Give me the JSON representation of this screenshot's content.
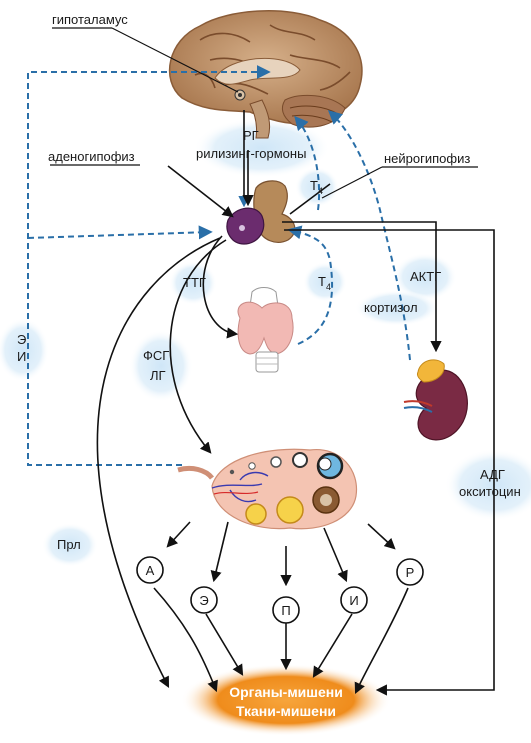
{
  "labels": {
    "hypothalamus": "гипоталамус",
    "adenohypophysis": "аденогипофиз",
    "neurohypophysis": "нейрогипофиз",
    "rg": "РГ",
    "releasing": "рилизинг-гормоны",
    "t4_top": "T",
    "t4_top_sub": "4",
    "t4_mid": "T",
    "t4_mid_sub": "4",
    "ttg": "ТТГ",
    "actg": "АКТГ",
    "cortisol": "кортизол",
    "ei_e": "Э",
    "ei_i": "И",
    "fsg": "ФСГ",
    "lg": "ЛГ",
    "prl": "Прл",
    "adg": "АДГ",
    "oxytocin": "окситоцин",
    "target_organs": "Органы-мишени",
    "target_tissues": "Ткани-мишени"
  },
  "hormones": [
    "А",
    "Э",
    "П",
    "И",
    "Р"
  ],
  "colors": {
    "feedback_dash": "#2a6fa8",
    "arrow": "#111111",
    "glow": "#cfe6f7",
    "target": "#f08a1c",
    "pituitary_ant": "#6b2c6e",
    "pituitary_post": "#b68a5a",
    "brain": "#b5865c",
    "kidney": "#7a2a44",
    "adrenal": "#f2b63a",
    "thyroid": "#f2b9b4",
    "ovary": "#f4c4b2"
  }
}
